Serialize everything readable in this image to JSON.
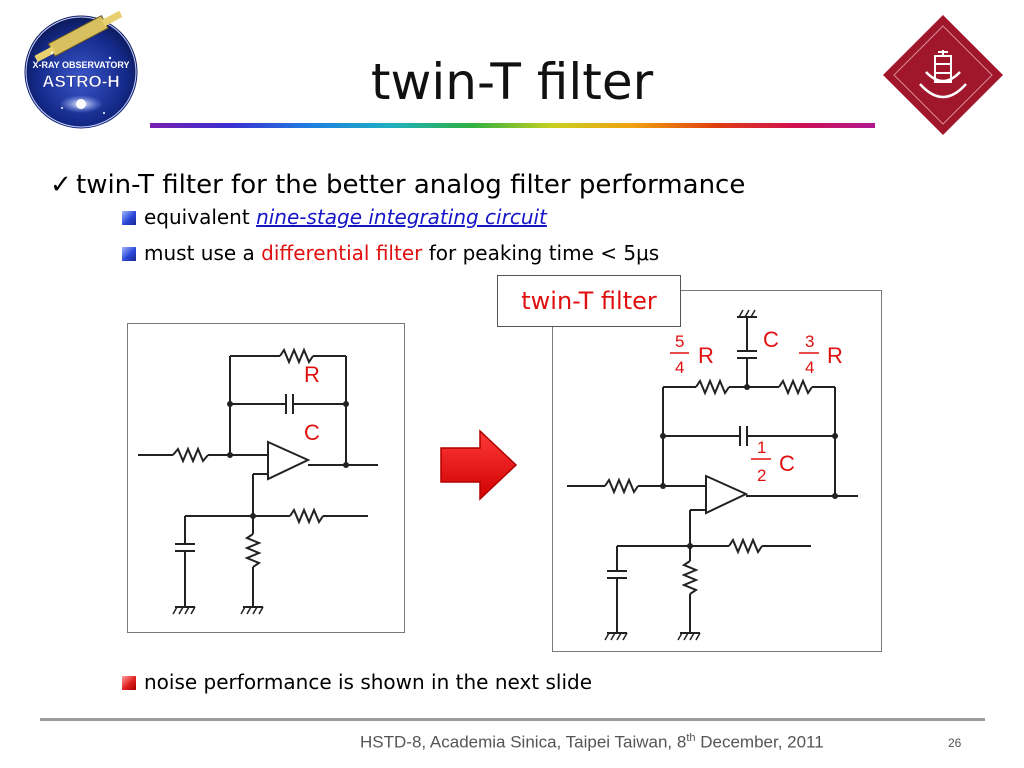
{
  "title": "twin-T filter",
  "logos": {
    "left": {
      "name": "astro-h-logo",
      "text_top": "X-RAY OBSERVATORY",
      "text_main": "ASTRO-H"
    },
    "right": {
      "name": "university-crest-logo",
      "color": "#a0162b"
    }
  },
  "main_bullet": {
    "icon": "checkmark",
    "text": "twin-T filter for the better analog filter performance"
  },
  "sub_bullets": [
    {
      "prefix": "equivalent ",
      "link": "nine-stage integrating circuit",
      "suffix": ""
    },
    {
      "prefix": "must use a ",
      "highlight": "differential filter",
      "suffix": " for peaking time < 5μs"
    }
  ],
  "bottom_bullet": "noise performance is shown in the next slide",
  "left_circuit": {
    "labels": {
      "r": "R",
      "c": "C"
    }
  },
  "arrow": {
    "icon": "right-arrow-icon",
    "color": "#e81010"
  },
  "right_circuit": {
    "callout": "twin-T filter",
    "labels": {
      "c_top": "C",
      "r_left_num": "5",
      "r_left_den": "4",
      "r_left_sym": "R",
      "r_right_num": "3",
      "r_right_den": "4",
      "r_right_sym": "R",
      "c_mid_num": "1",
      "c_mid_den": "2",
      "c_mid_sym": "C"
    }
  },
  "footer": {
    "text_before": "HSTD-8, Academia Sinica, Taipei Taiwan, 8",
    "sup": "th",
    "text_after": " December, 2011",
    "page": "26"
  }
}
